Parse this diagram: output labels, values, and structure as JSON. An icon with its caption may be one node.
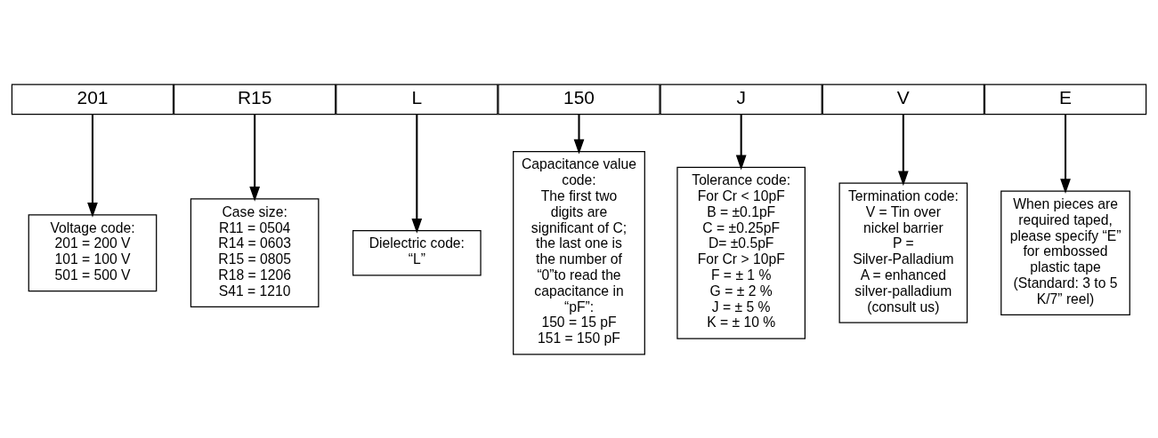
{
  "diagram": {
    "nodes": [
      {
        "text": [
          "201"
        ]
      },
      {
        "text": [
          "R15"
        ]
      },
      {
        "text": [
          "L"
        ]
      },
      {
        "text": [
          "150"
        ]
      },
      {
        "text": [
          "J"
        ]
      },
      {
        "text": [
          "V"
        ]
      },
      {
        "text": [
          "E"
        ]
      },
      {
        "text": [
          "Voltage code:",
          "201 = 200 V",
          "101 = 100 V",
          "501 = 500 V"
        ]
      },
      {
        "text": [
          "Case size:",
          "R11 = 0504",
          "R14 = 0603",
          "R15 = 0805",
          "R18 = 1206",
          "S41 = 1210"
        ]
      },
      {
        "text": [
          "Dielectric code:",
          "“L”"
        ]
      },
      {
        "text": [
          "Capacitance value code:",
          "The first two digits are significant of C; the last one is the number of “0”to read the capacitance in “pF”:",
          "150 = 15 pF",
          "151 = 150 pF"
        ]
      },
      {
        "text": [
          "Tolerance code:",
          "For Cr < 10pF",
          "B = ±0.1pF",
          "C = ±0.25pF",
          "D= ±0.5pF",
          "For Cr > 10pF",
          "F = ± 1 %",
          "G = ± 2 %",
          "J = ± 5 %",
          "K = ± 10 %"
        ]
      },
      {
        "text": [
          "Termination code:",
          "V = Tin over nickel barrier",
          "P = Silver-Palladium",
          "A = enhanced silver-palladium (consult us)"
        ]
      },
      {
        "text": [
          "When pieces are required taped, please specify “E” for embossed plastic tape (Standard: 3 to 5 K/7” reel)"
        ]
      }
    ],
    "edges": [
      {
        "from": 0,
        "to": 7,
        "arrow": "to"
      },
      {
        "from": 1,
        "to": 8,
        "arrow": "to"
      },
      {
        "from": 2,
        "to": 9,
        "arrow": "to"
      },
      {
        "from": 3,
        "to": 10,
        "arrow": "to"
      },
      {
        "from": 4,
        "to": 11,
        "arrow": "to"
      },
      {
        "from": 5,
        "to": 12,
        "arrow": "to"
      },
      {
        "from": 6,
        "to": 13,
        "arrow": "to"
      }
    ]
  }
}
